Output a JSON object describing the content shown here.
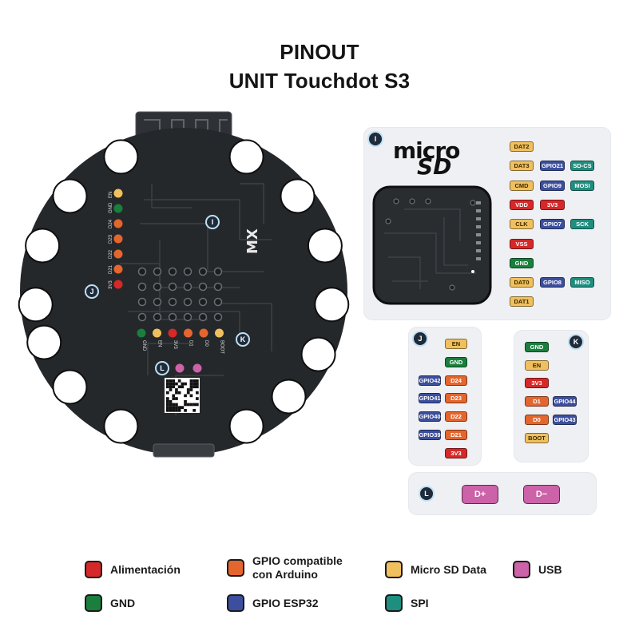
{
  "title": {
    "line1": "PINOUT",
    "line2": "UNIT Touchdot S3"
  },
  "colors": {
    "power": "#d62828",
    "gnd": "#1a7f3d",
    "arduino": "#e4652d",
    "esp32": "#3c4f9e",
    "sd": "#f1c05e",
    "spi": "#1e8f7f",
    "usb": "#cc62a8",
    "board": "#25282b",
    "badge": "#1e2b3a"
  },
  "board": {
    "badges": {
      "i": "I",
      "j": "J",
      "k": "K",
      "l": "L"
    },
    "left_header": [
      "EN",
      "GND",
      "D24",
      "D23",
      "D22",
      "D21",
      "3V3"
    ],
    "bottom_header": [
      "GND",
      "EN",
      "3V3",
      "D1",
      "D0",
      "BOOT"
    ],
    "logo_text": "MX"
  },
  "panel_i": {
    "badge": "I",
    "logo": {
      "micro": "micro",
      "sd": "SD"
    },
    "rows": [
      {
        "pins": [
          {
            "t": "DAT2",
            "c": "sd"
          }
        ]
      },
      {
        "pins": [
          {
            "t": "DAT3",
            "c": "sd"
          },
          {
            "t": "GPIO21",
            "c": "gpio"
          },
          {
            "t": "SD-CS",
            "c": "spi"
          }
        ]
      },
      {
        "pins": [
          {
            "t": "CMD",
            "c": "sd"
          },
          {
            "t": "GPIO9",
            "c": "gpio"
          },
          {
            "t": "MOSI",
            "c": "spi"
          }
        ]
      },
      {
        "pins": [
          {
            "t": "VDD",
            "c": "pwr"
          },
          {
            "t": "3V3",
            "c": "pwr"
          }
        ]
      },
      {
        "pins": [
          {
            "t": "CLK",
            "c": "sd"
          },
          {
            "t": "GPIO7",
            "c": "gpio"
          },
          {
            "t": "SCK",
            "c": "spi"
          }
        ]
      },
      {
        "pins": [
          {
            "t": "VSS",
            "c": "pwr"
          }
        ]
      },
      {
        "pins": [
          {
            "t": "GND",
            "c": "gnd"
          }
        ]
      },
      {
        "pins": [
          {
            "t": "DAT0",
            "c": "sd"
          },
          {
            "t": "GPIO8",
            "c": "gpio"
          },
          {
            "t": "MISO",
            "c": "spi"
          }
        ]
      },
      {
        "pins": [
          {
            "t": "DAT1",
            "c": "sd"
          }
        ]
      }
    ]
  },
  "panel_j": {
    "badge": "J",
    "rows": [
      {
        "gpio": "",
        "pin": "EN",
        "c": "sd"
      },
      {
        "gpio": "",
        "pin": "GND",
        "c": "gnd"
      },
      {
        "gpio": "GPIO42",
        "pin": "D24",
        "c": "ard"
      },
      {
        "gpio": "GPIO41",
        "pin": "D23",
        "c": "ard"
      },
      {
        "gpio": "GPIO40",
        "pin": "D22",
        "c": "ard"
      },
      {
        "gpio": "GPIO39",
        "pin": "D21",
        "c": "ard"
      },
      {
        "gpio": "",
        "pin": "3V3",
        "c": "pwr"
      }
    ]
  },
  "panel_k": {
    "badge": "K",
    "rows": [
      {
        "pin": "GND",
        "c": "gnd",
        "gpio": ""
      },
      {
        "pin": "EN",
        "c": "sd",
        "gpio": ""
      },
      {
        "pin": "3V3",
        "c": "pwr",
        "gpio": ""
      },
      {
        "pin": "D1",
        "c": "ard",
        "gpio": "GPIO44"
      },
      {
        "pin": "D0",
        "c": "ard",
        "gpio": "GPIO43"
      },
      {
        "pin": "BOOT",
        "c": "sd",
        "gpio": ""
      }
    ]
  },
  "panel_l": {
    "badge": "L",
    "pins": [
      "D+",
      "D−"
    ]
  },
  "legend": [
    {
      "label": "Alimentación",
      "color": "#d62828"
    },
    {
      "label": "GPIO compatible\ncon Arduino",
      "color": "#e4652d"
    },
    {
      "label": "Micro SD Data",
      "color": "#f1c05e"
    },
    {
      "label": "USB",
      "color": "#cc62a8"
    },
    {
      "label": "GND",
      "color": "#1a7f3d"
    },
    {
      "label": "GPIO ESP32",
      "color": "#3c4f9e"
    },
    {
      "label": "SPI",
      "color": "#1e8f7f"
    }
  ]
}
